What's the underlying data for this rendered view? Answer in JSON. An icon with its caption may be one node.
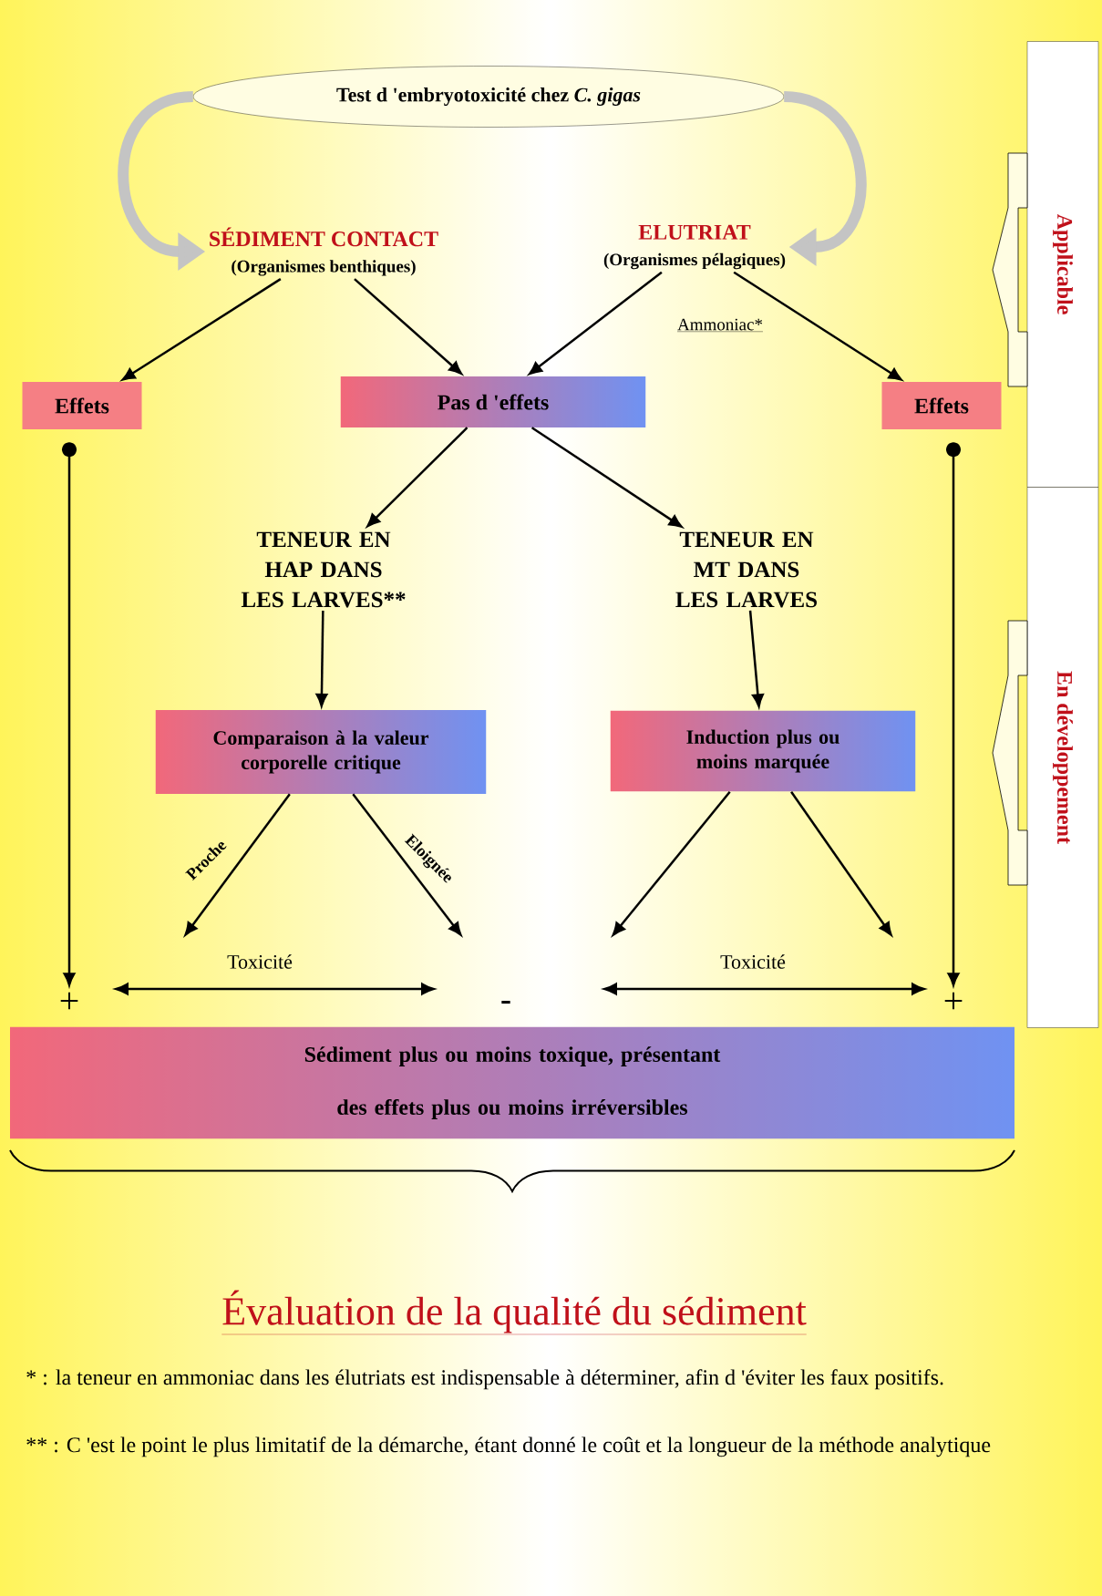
{
  "diagram": {
    "caption": "Évaluation de la qualité du sédiment",
    "nodes": [
      {
        "text": [
          "Test d 'embryotoxicité chez *C. gigas*"
        ]
      },
      {
        "text": [
          "SÉDIMENT CONTACT",
          "(Organismes benthiques)"
        ]
      },
      {
        "text": [
          "ELUTRIAT",
          "(Organismes pélagiques)"
        ]
      },
      {
        "text": [
          "Effets"
        ]
      },
      {
        "text": [
          "Pas d 'effets"
        ]
      },
      {
        "text": [
          "Effets"
        ]
      },
      {
        "text": [
          "TENEUR EN HAP DANS LES LARVES**"
        ]
      },
      {
        "text": [
          "TENEUR EN MT DANS LES LARVES"
        ]
      },
      {
        "text": [
          "Comparaison à la valeur corporelle critique"
        ]
      },
      {
        "text": [
          "Induction plus ou moins marquée"
        ]
      },
      {
        "text": [
          "Sédiment plus ou moins toxique, présentant des effets plus ou moins irréversibles"
        ]
      },
      {
        "text": [
          "+"
        ]
      },
      {
        "text": [
          "+"
        ]
      },
      {
        "text": [
          "Applicable"
        ]
      },
      {
        "text": [
          "En développement"
        ]
      }
    ],
    "edges": [
      {
        "from": 0,
        "to": 1,
        "arrow": "to",
        "style": "thick",
        "color": "#c4c4c4"
      },
      {
        "from": 0,
        "to": 2,
        "arrow": "to",
        "style": "thick",
        "color": "#c4c4c4"
      },
      {
        "from": 1,
        "to": 3,
        "arrow": "to"
      },
      {
        "from": 1,
        "to": 4,
        "arrow": "to"
      },
      {
        "from": 2,
        "to": 4,
        "arrow": "to",
        "label": "Ammoniac*"
      },
      {
        "from": 2,
        "to": 5,
        "arrow": "to"
      },
      {
        "from": 4,
        "to": 6,
        "arrow": "to"
      },
      {
        "from": 4,
        "to": 7,
        "arrow": "to"
      },
      {
        "from": 6,
        "to": 8,
        "arrow": "to"
      },
      {
        "from": 7,
        "to": 9,
        "arrow": "to"
      },
      {
        "from": 8,
        "to": null,
        "arrow": "to",
        "label": "Proche"
      },
      {
        "from": 8,
        "to": null,
        "arrow": "to",
        "label": "Eloignée"
      },
      {
        "from": 9,
        "to": null,
        "arrow": "to"
      },
      {
        "from": 9,
        "to": null,
        "arrow": "to"
      },
      {
        "from": 3,
        "to": 11,
        "arrow": "to"
      },
      {
        "from": 5,
        "to": 12,
        "arrow": "to"
      }
    ],
    "labels": [
      "Toxicité",
      "Toxicité",
      "-",
      "* : la teneur en ammoniac dans les élutriats est indispensable à déterminer, afin d 'éviter les faux positifs.",
      "** : C 'est le point le plus limitatif de la démarche, étant donné le coût et la longueur de la méthode analytique"
    ]
  }
}
